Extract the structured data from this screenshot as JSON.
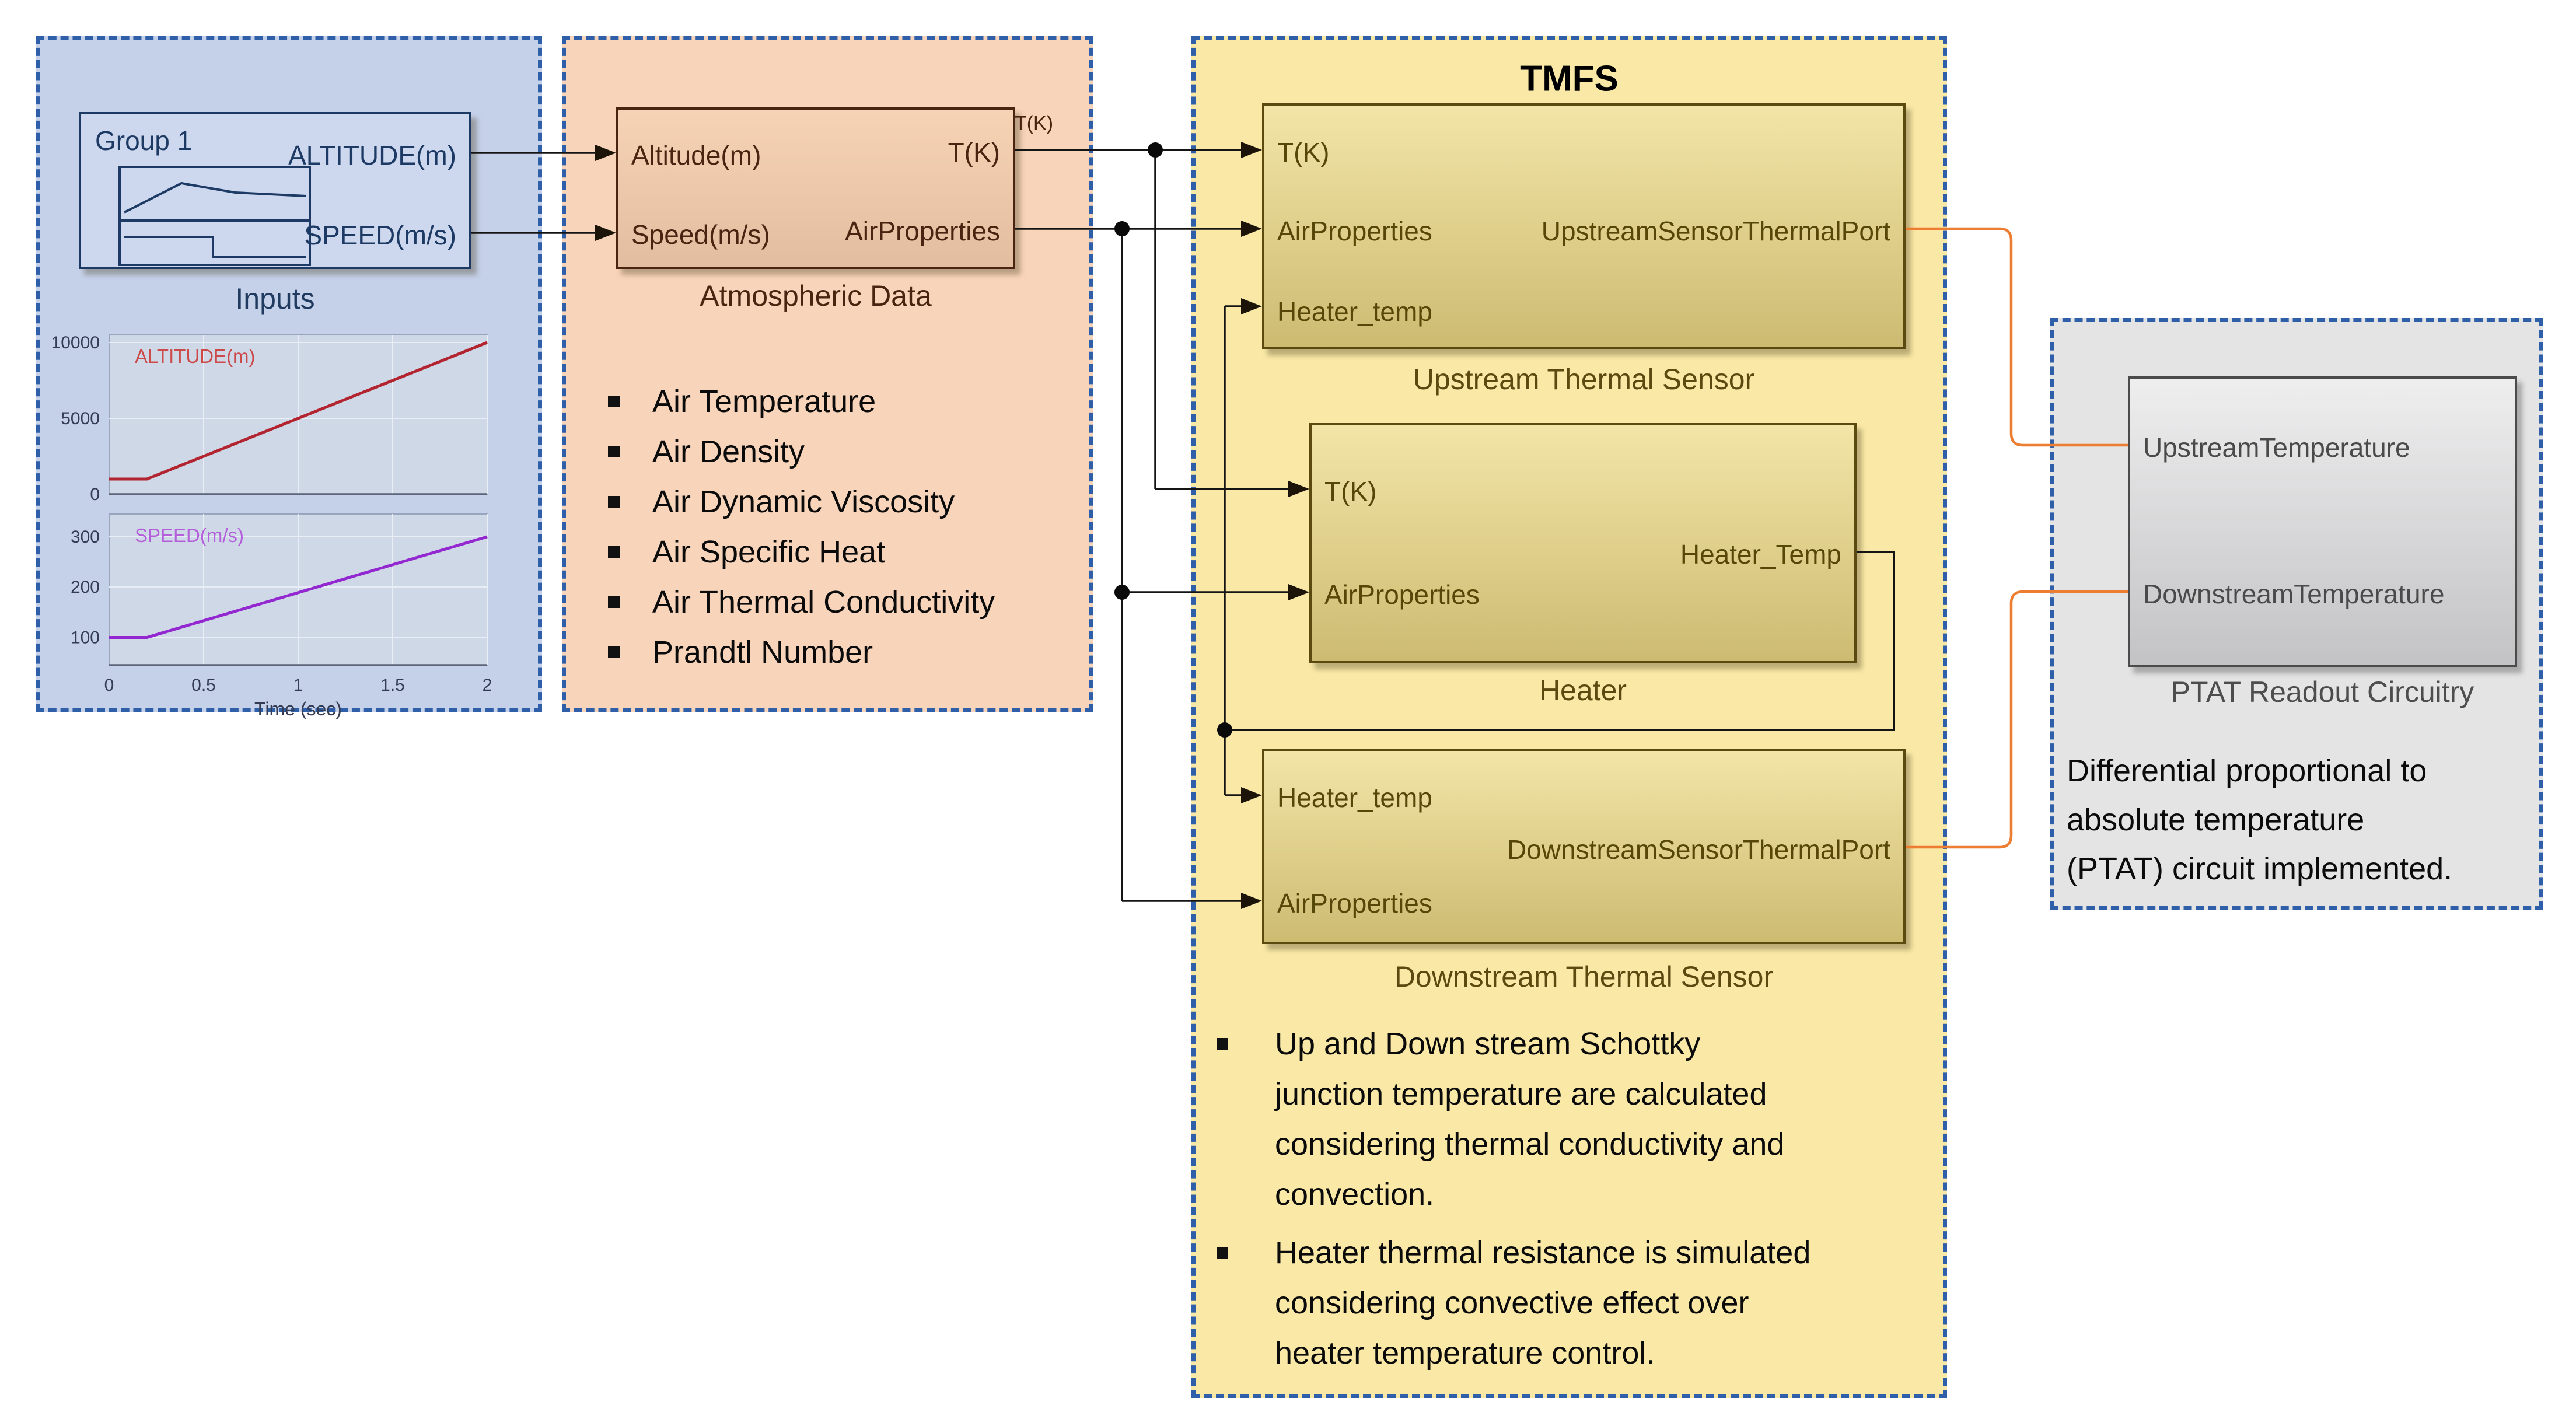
{
  "diagram": {
    "inputs": {
      "caption": "Inputs",
      "group_block": {
        "title": "Group 1",
        "ports_out": [
          "ALTITUDE(m)",
          "SPEED(m/s)"
        ]
      }
    },
    "atmospheric": {
      "caption": "Atmospheric Data",
      "ports_in": [
        "Altitude(m)",
        "Speed(m/s)"
      ],
      "ports_out": [
        "T(K)",
        "AirProperties"
      ],
      "wire_label": "T(K)",
      "bullets": [
        "Air Temperature",
        "Air Density",
        "Air Dynamic Viscosity",
        "Air Specific Heat",
        "Air Thermal Conductivity",
        "Prandtl Number"
      ]
    },
    "tmfs": {
      "title": "TMFS",
      "upstream_block": {
        "caption": "Upstream Thermal Sensor",
        "ports_in": [
          "T(K)",
          "AirProperties",
          "Heater_temp"
        ],
        "ports_out": [
          "UpstreamSensorThermalPort"
        ]
      },
      "heater_block": {
        "caption": "Heater",
        "ports_in": [
          "T(K)",
          "AirProperties"
        ],
        "ports_out": [
          "Heater_Temp"
        ]
      },
      "downstream_block": {
        "caption": "Downstream Thermal Sensor",
        "ports_in": [
          "Heater_temp",
          "AirProperties"
        ],
        "ports_out": [
          "DownstreamSensorThermalPort"
        ]
      },
      "notes": [
        "Up and Down stream Schottky\njunction temperature are calculated\nconsidering thermal conductivity and\nconvection.",
        "Heater thermal resistance is simulated\nconsidering convective effect over\nheater temperature control."
      ]
    },
    "ptat": {
      "caption": "PTAT Readout Circuitry",
      "ports_in": [
        "UpstreamTemperature",
        "DownstreamTemperature"
      ],
      "note": "Differential proportional to\nabsolute temperature\n(PTAT) circuit implemented."
    }
  },
  "colors": {
    "panel_border": "#2e5fa8",
    "panel_inputs_bg": "#c5d0e9",
    "panel_atmos_bg": "#f8d4ba",
    "panel_tmfs_bg": "#fae9a6",
    "panel_ptat_bg": "#e4e4e5",
    "wire_black": "#141414",
    "wire_orange": "#ed7d31",
    "altitude_line": "#b22530",
    "speed_line": "#9327d0"
  },
  "chart_data": [
    {
      "type": "line",
      "title": "ALTITUDE(m)",
      "x": [
        0,
        0.2,
        2
      ],
      "y": [
        1000,
        1000,
        10000
      ],
      "xlim": [
        0,
        2
      ],
      "ylim": [
        0,
        10500
      ],
      "xticks": [
        0,
        0.5,
        1,
        1.5,
        2
      ],
      "yticks": [
        0,
        5000,
        10000
      ],
      "show_x_tick_labels": false,
      "xlabel": "",
      "grid": true,
      "line_color": "#b22530",
      "title_color": "#cc4a4a"
    },
    {
      "type": "line",
      "title": "SPEED(m/s)",
      "x": [
        0,
        0.2,
        2
      ],
      "y": [
        100,
        100,
        300
      ],
      "xlim": [
        0,
        2
      ],
      "ylim": [
        45,
        345
      ],
      "xticks": [
        0,
        0.5,
        1,
        1.5,
        2
      ],
      "yticks": [
        100,
        200,
        300
      ],
      "show_x_tick_labels": true,
      "xlabel": "Time (sec)",
      "grid": true,
      "line_color": "#9327d0",
      "title_color": "#b35fd9"
    }
  ]
}
